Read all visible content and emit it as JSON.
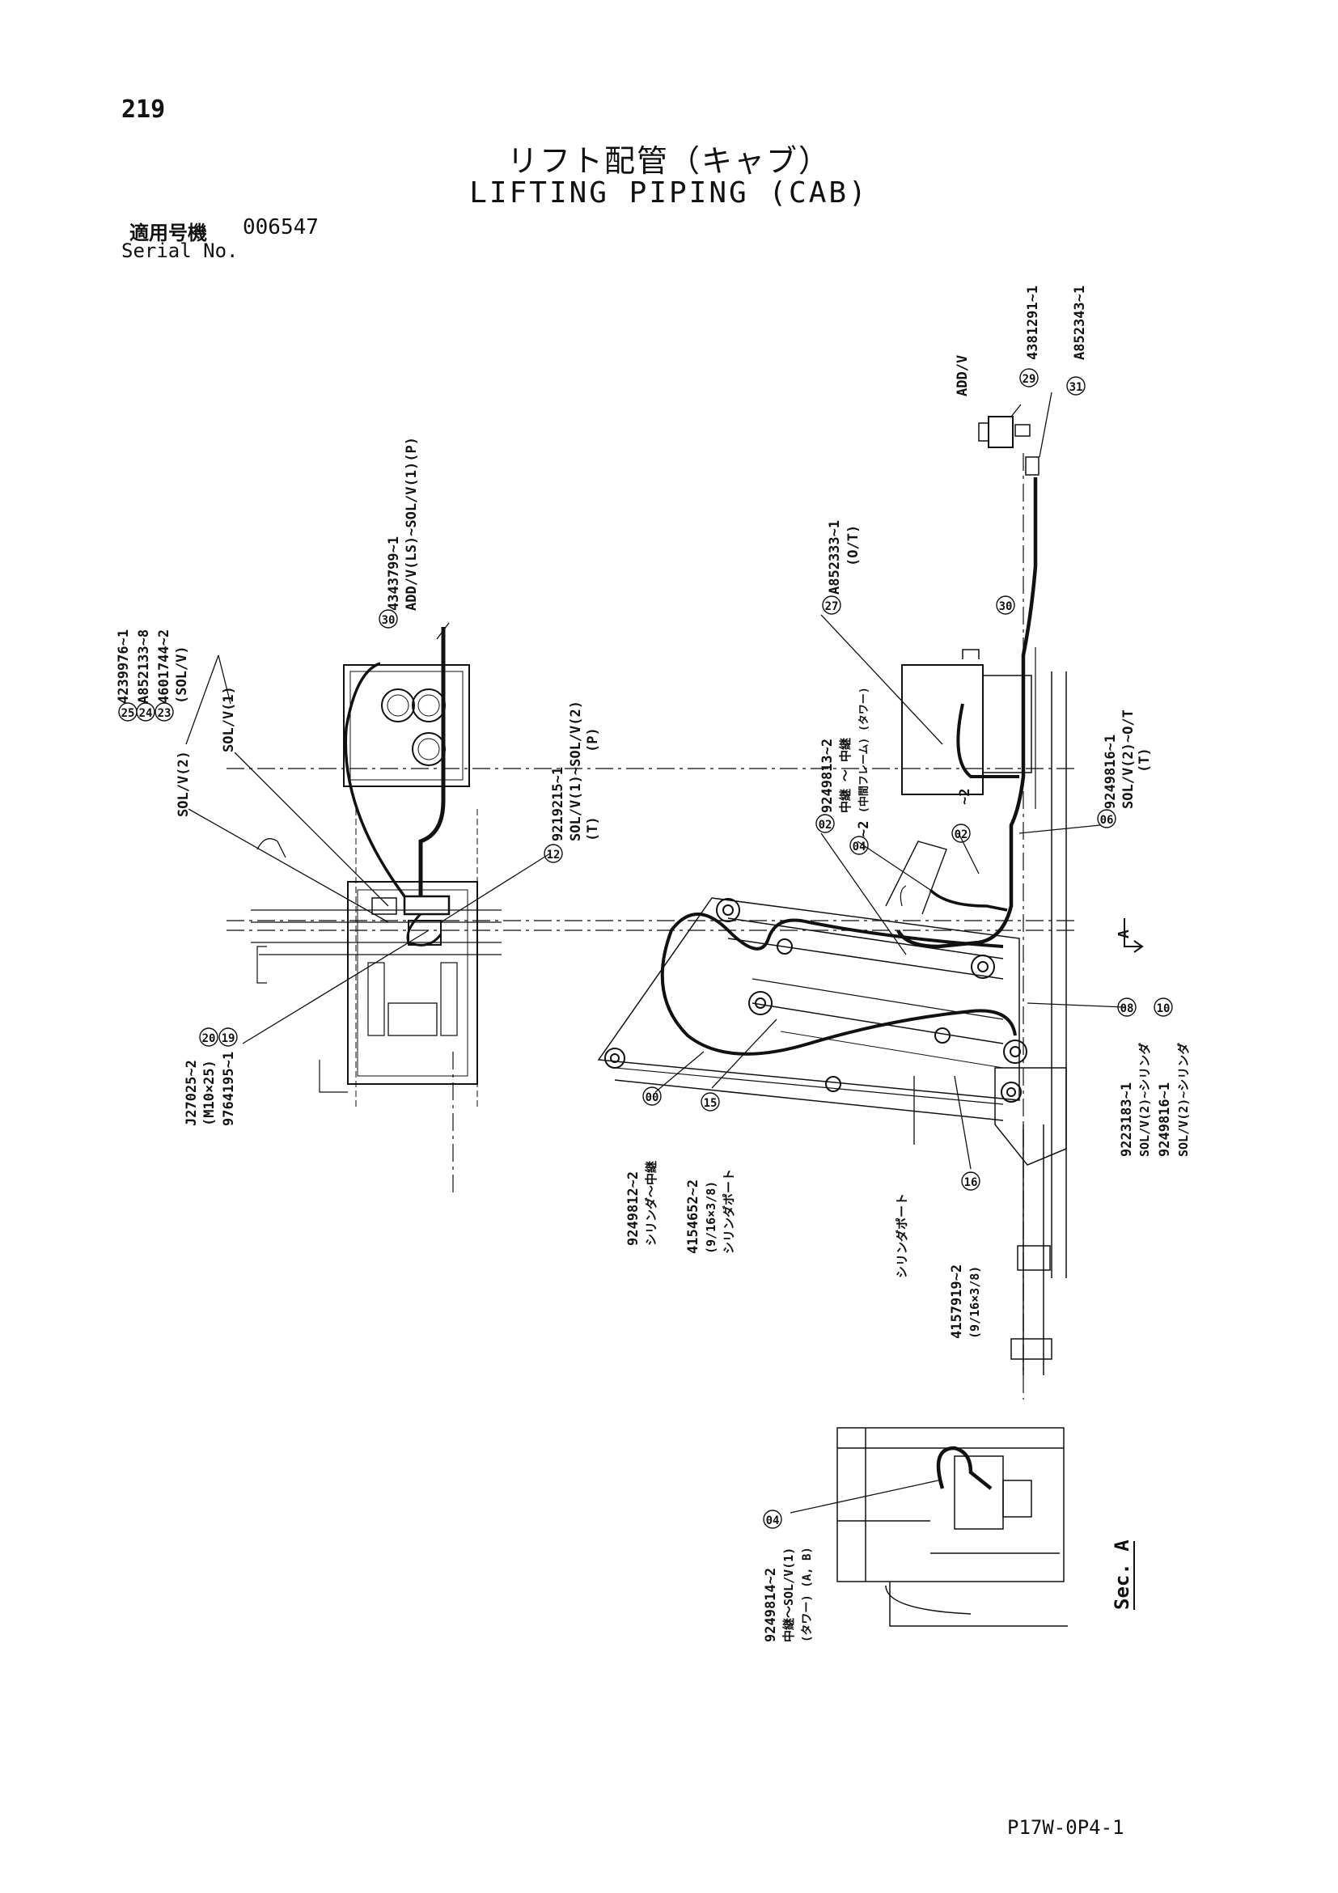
{
  "header": {
    "page_number": "219",
    "title_jp": "リフト配管（キャブ）",
    "title_en": "LIFTING PIPING (CAB)",
    "serial_label_jp": "適用号機",
    "serial_number": "006547",
    "serial_label_en": "Serial No."
  },
  "footer": {
    "drawing_code": "P17W-0P4-1"
  },
  "left_assembly": {
    "item_25": {
      "num": "25",
      "part": "4239976~1"
    },
    "item_24": {
      "num": "24",
      "part": "A852133~8"
    },
    "item_23": {
      "num": "23",
      "part": "4601744~2",
      "note": "(SOL/V)"
    },
    "label_solv2": "SOL/V(2)",
    "label_solv1": "SOL/V(1)",
    "item_30": {
      "num": "30",
      "part": "4343799~1",
      "note": "ADD/V(LS)~SOL/V(1)(P)"
    },
    "item_12": {
      "num": "12",
      "part": "9219215~1",
      "note1": "SOL/V(1)~SOL/V(2)",
      "note2": "(P)",
      "note3": "(T)"
    },
    "item_20": {
      "num": "20",
      "part": "J27025~2",
      "note": "(M10×25)"
    },
    "item_19": {
      "num": "19",
      "part": "9764195~1"
    }
  },
  "right_assembly": {
    "label_addv": "ADD/V",
    "item_29": {
      "num": "29",
      "part": "4381291~1"
    },
    "item_31": {
      "num": "31",
      "part": "A852343~1"
    },
    "item_27": {
      "num": "27",
      "part": "A852333~1",
      "note": "(O/T)"
    },
    "item_30": {
      "num": "30"
    },
    "item_06": {
      "num": "06",
      "part": "9249816~1",
      "note1": "SOL/V(2)~O/T",
      "note2": "(T)"
    },
    "item_02a": {
      "num": "02",
      "part": "9249813~2",
      "note1": "中継 ～ 中継",
      "note2": "(中間フレーム) (タワー)"
    },
    "item_04": {
      "num": "04",
      "part": "~2"
    },
    "item_02b": {
      "num": "02",
      "part": "~2"
    },
    "arrow_label": "A",
    "item_08": {
      "num": "08",
      "part": "9223183~1",
      "note": "SOL/V(2)~シリンダ"
    },
    "item_10": {
      "num": "10",
      "part": "9249816~1",
      "note": "SOL/V(2)~シリンダ"
    },
    "item_00": {
      "num": "00",
      "part": "9249812~2",
      "note": "シリンダ～中継"
    },
    "item_15": {
      "num": "15",
      "part": "4154652~2",
      "note1": "(9/16×3/8)",
      "note2": "シリンダポート"
    },
    "item_16": {
      "num": "16",
      "part": "4157919~2",
      "note": "(9/16×3/8)"
    },
    "label_cyl_port": "シリンダポート"
  },
  "section_a": {
    "title": "Sec. A",
    "item_04": {
      "num": "04",
      "part": "9249814~2",
      "note1": "中継～SOL/V(1)",
      "note2": "(タワー) (A, B)"
    }
  }
}
